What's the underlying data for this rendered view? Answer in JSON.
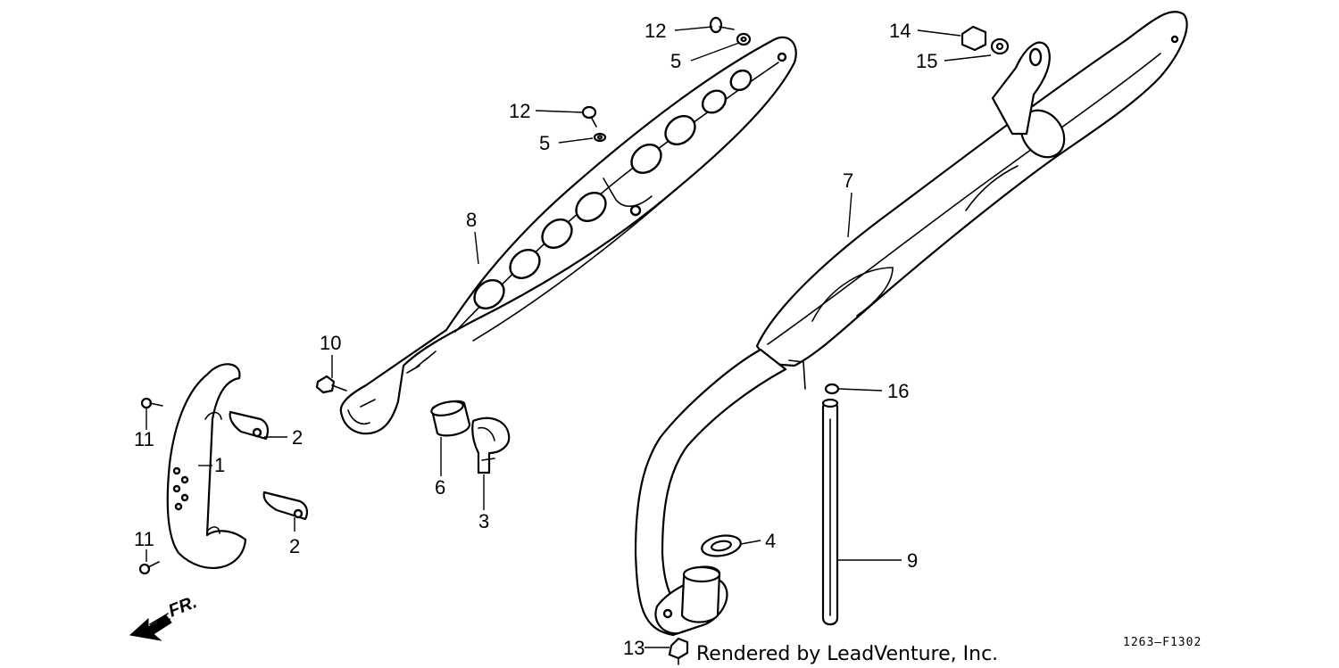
{
  "diagram": {
    "callouts": {
      "c1": "1",
      "c2a": "2",
      "c2b": "2",
      "c3": "3",
      "c4": "4",
      "c5a": "5",
      "c5b": "5",
      "c6": "6",
      "c7": "7",
      "c8": "8",
      "c9": "9",
      "c10": "10",
      "c11a": "11",
      "c11b": "11",
      "c12a": "12",
      "c12b": "12",
      "c13": "13",
      "c14": "14",
      "c15": "15",
      "c16": "16"
    },
    "direction_label": "FR.",
    "figure_code": "1263—F1302",
    "credit": "Rendered by LeadVenture, Inc."
  }
}
